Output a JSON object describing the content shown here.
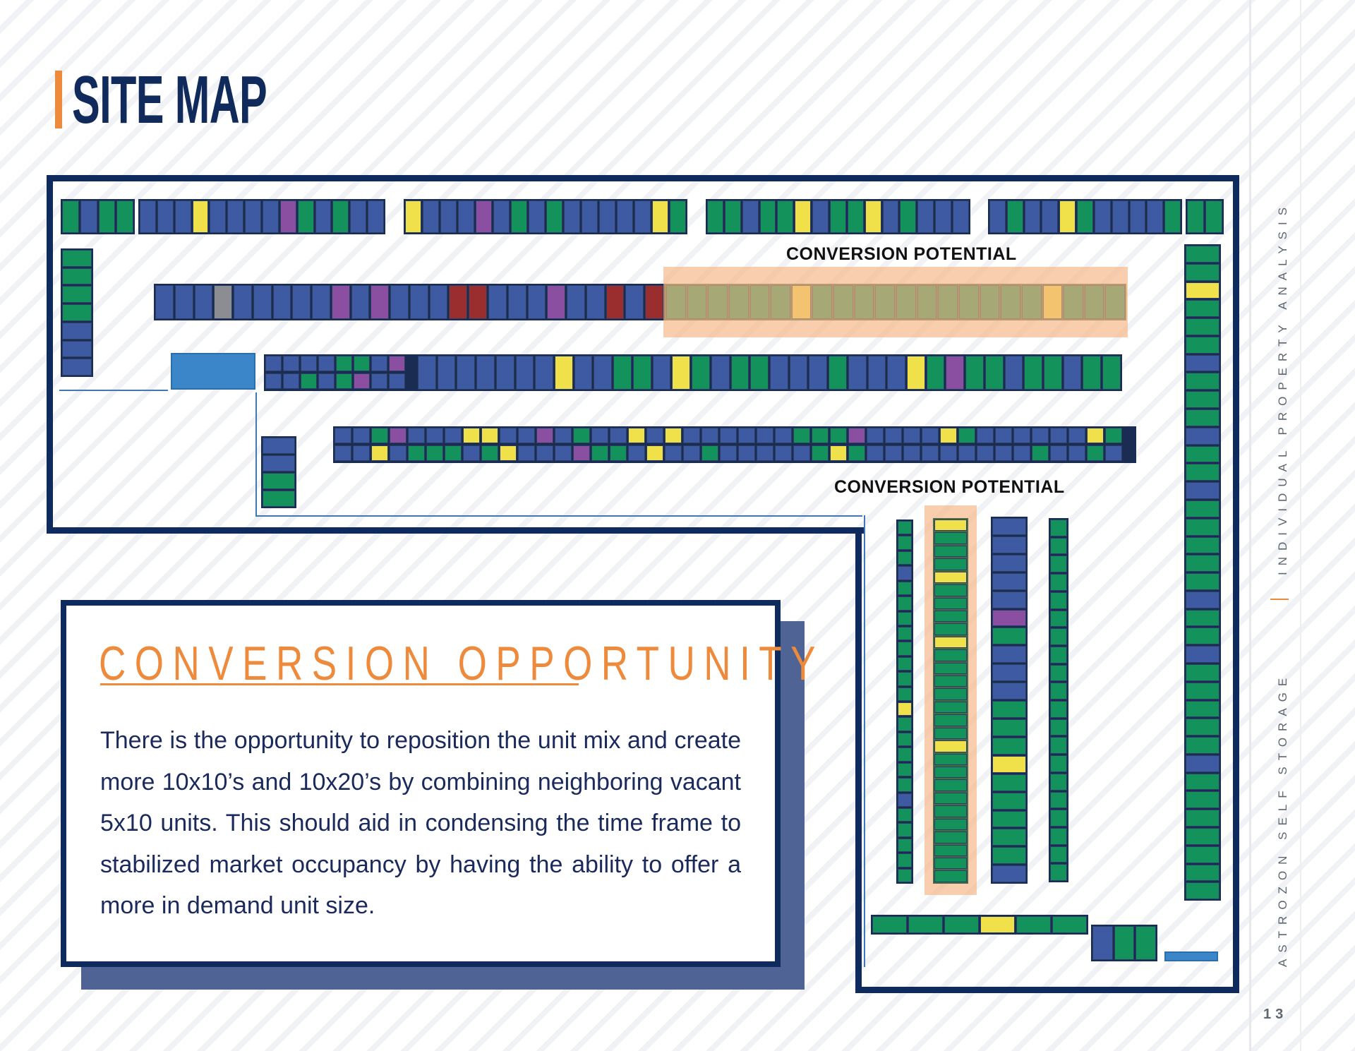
{
  "page": {
    "title": "SITE MAP",
    "page_number": "13"
  },
  "sidebar": {
    "category": "INDIVIDUAL PROPERTY ANALYSIS",
    "property": "ASTROZON SELF STORAGE"
  },
  "site_map": {
    "conversion_label_top": "CONVERSION POTENTIAL",
    "conversion_label_bottom": "CONVERSION POTENTIAL",
    "colors": {
      "occupied": "#13925c",
      "vacant": "#3e5aa2",
      "special": "#8a4fa0",
      "reserved": "#f0e04a",
      "delinquent": "#9a2e2e",
      "other": "#8b8d92",
      "conversion_highlight": "#f6b482",
      "frame": "#0f2a5c"
    }
  },
  "conversion": {
    "heading": "CONVERSION OPPORTUNITY",
    "body": "There is the opportunity to reposition the unit mix and create more 10x10’s and 10x20’s by combining neighboring vacant  5x10  units. This should aid in condensing the time frame to stabilized market occupancy by having the ability to offer a more in demand unit size."
  }
}
